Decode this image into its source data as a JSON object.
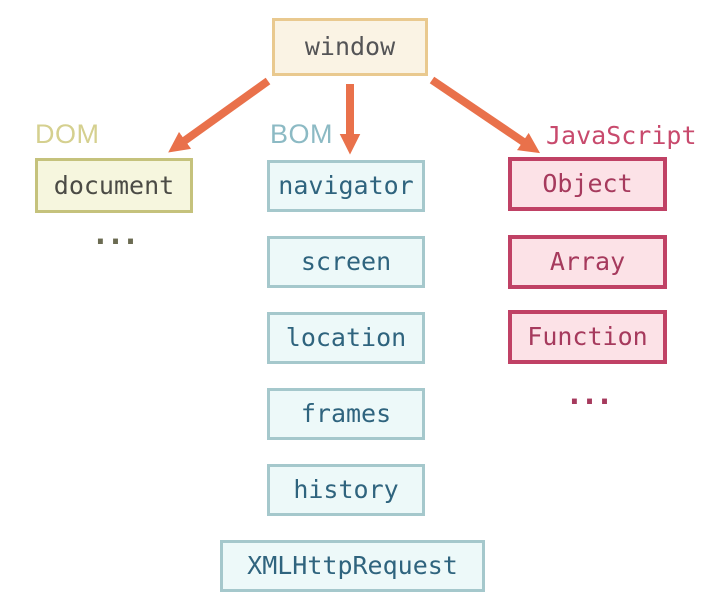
{
  "diagram": {
    "title_hint": "Browser window object hierarchy",
    "root": {
      "label": "window"
    },
    "columns": [
      {
        "key": "dom",
        "label": "DOM",
        "items": [
          "document"
        ],
        "more": "...",
        "accent": "#c5c27c",
        "fill": "#f6f6de",
        "text_color": "#4b4b45",
        "label_color": "#d5d08f"
      },
      {
        "key": "bom",
        "label": "BOM",
        "items": [
          "navigator",
          "screen",
          "location",
          "frames",
          "history",
          "XMLHttpRequest"
        ],
        "more": "",
        "accent": "#a5c8cc",
        "fill": "#edf9f9",
        "text_color": "#2f647e",
        "label_color": "#8cbac4"
      },
      {
        "key": "javascript",
        "label": "JavaScript",
        "items": [
          "Object",
          "Array",
          "Function"
        ],
        "more": "...",
        "accent": "#c04165",
        "fill": "#fce2e7",
        "text_color": "#a63a5d",
        "label_color": "#c84a6d"
      }
    ],
    "arrows": [
      {
        "from": "window",
        "to": "DOM"
      },
      {
        "from": "window",
        "to": "BOM"
      },
      {
        "from": "window",
        "to": "JavaScript"
      }
    ]
  },
  "colors": {
    "arrow": "#e9714b",
    "window_border": "#e9c98f",
    "window_fill": "#faf3e4",
    "window_text": "#545456",
    "background": "#ffffff"
  }
}
